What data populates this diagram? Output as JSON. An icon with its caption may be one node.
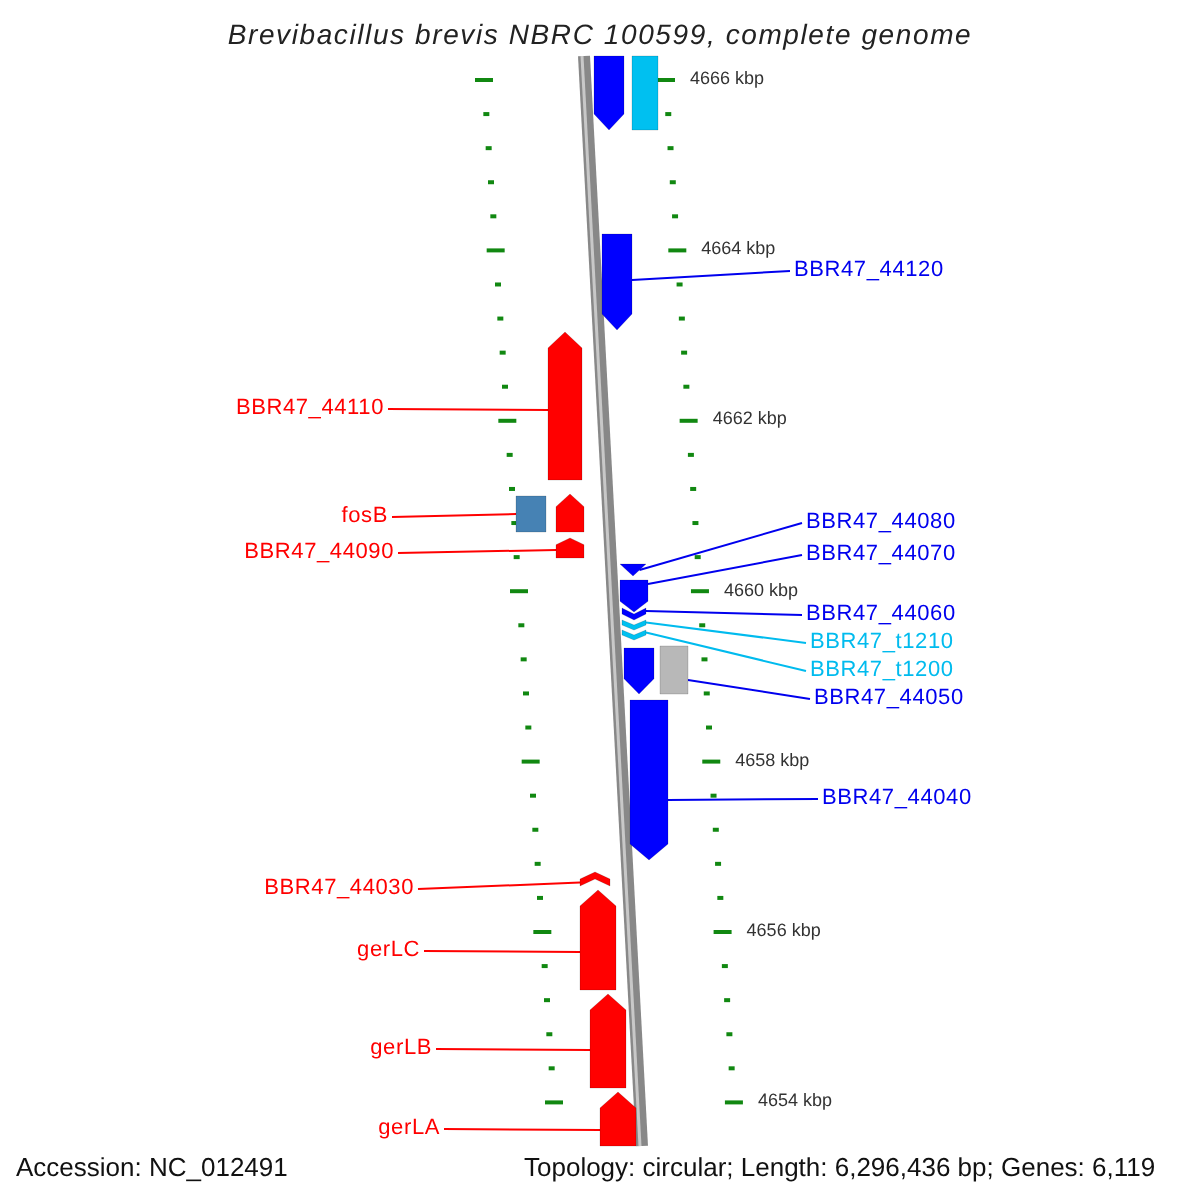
{
  "diagram": {
    "title": "Brevibacillus brevis NBRC 100599, complete genome",
    "nodes": [
      {
        "text": [],
        "shape": "arrow"
      },
      {
        "text": [],
        "shape": "bar"
      },
      {
        "text": [
          "BBR47_44120"
        ]
      },
      {
        "text": [],
        "shape": "arrow"
      },
      {
        "text": [
          "BBR47_44110"
        ]
      },
      {
        "text": [],
        "shape": "arrow"
      },
      {
        "text": [
          "fosB"
        ]
      },
      {
        "text": [],
        "shape": "box"
      },
      {
        "text": [],
        "shape": "arrow"
      },
      {
        "text": [
          "BBR47_44090"
        ]
      },
      {
        "text": [],
        "shape": "arrow"
      },
      {
        "text": [
          "BBR47_44080"
        ]
      },
      {
        "text": [],
        "shape": "triangle"
      },
      {
        "text": [
          "BBR47_44070"
        ]
      },
      {
        "text": [],
        "shape": "arrow"
      },
      {
        "text": [
          "BBR47_44060"
        ]
      },
      {
        "text": [],
        "shape": "chevron"
      },
      {
        "text": [
          "BBR47_t1210"
        ]
      },
      {
        "text": [],
        "shape": "chevron"
      },
      {
        "text": [
          "BBR47_t1200"
        ]
      },
      {
        "text": [],
        "shape": "chevron"
      },
      {
        "text": [],
        "shape": "arrow"
      },
      {
        "text": [
          "BBR47_44050"
        ]
      },
      {
        "text": [],
        "shape": "box"
      },
      {
        "text": [
          "BBR47_44040"
        ]
      },
      {
        "text": [],
        "shape": "arrow"
      },
      {
        "text": [
          "BBR47_44030"
        ]
      },
      {
        "text": [],
        "shape": "chevron"
      },
      {
        "text": [
          "gerLC"
        ]
      },
      {
        "text": [],
        "shape": "arrow"
      },
      {
        "text": [
          "gerLB"
        ]
      },
      {
        "text": [],
        "shape": "arrow"
      },
      {
        "text": [
          "gerLA"
        ]
      },
      {
        "text": [],
        "shape": "arrow"
      }
    ],
    "edges": [
      {
        "from": 2,
        "to": 3,
        "arrow": "none",
        "color": "#0000ee"
      },
      {
        "from": 4,
        "to": 5,
        "arrow": "none"
      },
      {
        "from": 6,
        "to": 7,
        "arrow": "none"
      },
      {
        "from": 9,
        "to": 10,
        "arrow": "none"
      },
      {
        "from": 11,
        "to": 12,
        "arrow": "none",
        "color": "#0000ee"
      },
      {
        "from": 13,
        "to": 14,
        "arrow": "none",
        "color": "#0000ee"
      },
      {
        "from": 15,
        "to": 16,
        "arrow": "none",
        "color": "#0000ee"
      },
      {
        "from": 17,
        "to": 18,
        "arrow": "none",
        "color": "#00bbee"
      },
      {
        "from": 19,
        "to": 20,
        "arrow": "none",
        "color": "#00bbee"
      },
      {
        "from": 22,
        "to": 23,
        "arrow": "none",
        "color": "#0000ee"
      },
      {
        "from": 24,
        "to": 25,
        "arrow": "none",
        "color": "#0000ee"
      },
      {
        "from": 26,
        "to": 27,
        "arrow": "none"
      },
      {
        "from": 28,
        "to": 29,
        "arrow": "none"
      },
      {
        "from": 30,
        "to": 31,
        "arrow": "none"
      },
      {
        "from": 32,
        "to": 33,
        "arrow": "none"
      }
    ],
    "labels": [
      "4666 kbp",
      "4664 kbp",
      "4662 kbp",
      "4660 kbp",
      "4658 kbp",
      "4656 kbp",
      "4654 kbp",
      "Accession: NC_012491",
      "Topology: circular; Length: 6,296,436 bp; Genes: 6,119"
    ]
  }
}
